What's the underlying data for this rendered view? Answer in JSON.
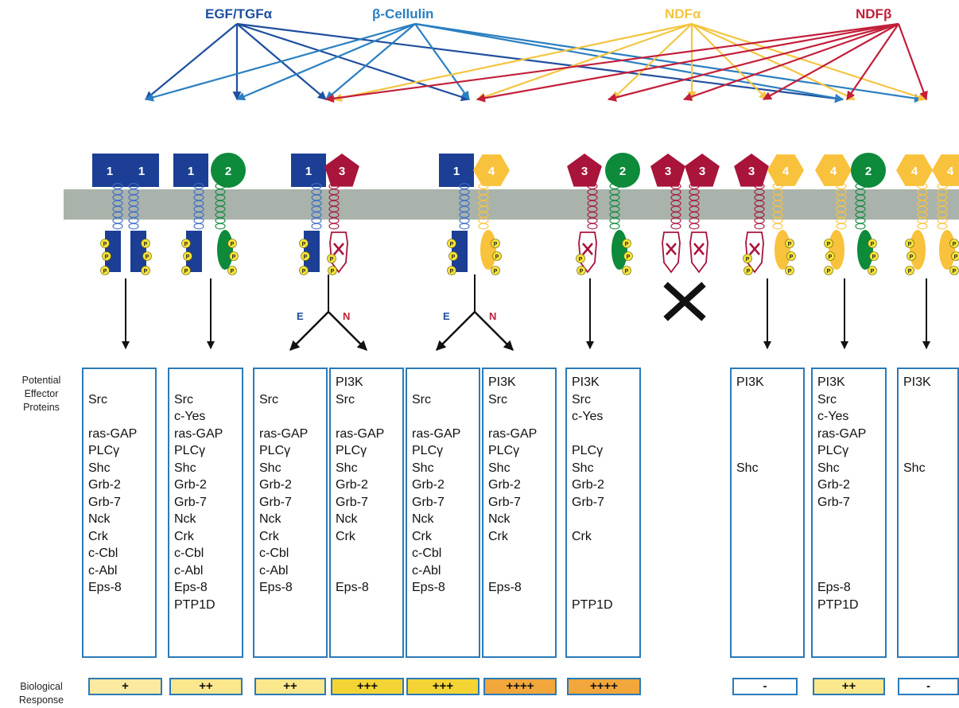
{
  "ligands": [
    {
      "label": "EGF/TGFα",
      "color": "#1f4f9e"
    },
    {
      "label": "β-Cellulin",
      "color": "#2a7fc0"
    },
    {
      "label": "NDFα",
      "color": "#f4c542"
    },
    {
      "label": "NDFβ",
      "color": "#c21f3a"
    }
  ],
  "side_labels": {
    "effectors": "Potential Effector Proteins",
    "response": "Biological Response"
  },
  "receptor_colors": {
    "1": "#1c3f95",
    "2": "#0d8a3a",
    "3": "#a8143a",
    "4": "#f9c23c",
    "membrane": "#a9b3ab"
  },
  "dimers": [
    {
      "left": {
        "type": "1"
      },
      "right": {
        "type": "1"
      }
    },
    {
      "left": {
        "type": "1"
      },
      "right": {
        "type": "2"
      }
    },
    {
      "left": {
        "type": "1"
      },
      "right": {
        "type": "3"
      }
    },
    {
      "left": {
        "type": "1"
      },
      "right": {
        "type": "4"
      }
    },
    {
      "left": {
        "type": "3"
      },
      "right": {
        "type": "2"
      }
    },
    {
      "left": {
        "type": "3"
      },
      "right": {
        "type": "3"
      }
    },
    {
      "left": {
        "type": "3"
      },
      "right": {
        "type": "4"
      }
    },
    {
      "left": {
        "type": "4"
      },
      "right": {
        "type": "2"
      }
    },
    {
      "left": {
        "type": "4"
      },
      "right": {
        "type": "4"
      }
    }
  ],
  "split_labels": {
    "e": "E",
    "n": "N"
  },
  "p_label": "P",
  "effector_columns": [
    [
      "",
      "Src",
      "",
      "ras-GAP",
      "PLCγ",
      "Shc",
      "Grb-2",
      "Grb-7",
      " Nck",
      "Crk",
      "c-Cbl",
      "c-Abl",
      "Eps-8"
    ],
    [
      "",
      "Src",
      "c-Yes",
      "ras-GAP",
      "PLCγ",
      "Shc",
      "Grb-2",
      "Grb-7",
      "Nck",
      "Crk",
      "c-Cbl",
      "c-Abl",
      "Eps-8",
      "PTP1D"
    ],
    [
      "",
      "Src",
      "",
      "ras-GAP",
      "PLCγ",
      "Shc",
      "Grb-2",
      "Grb-7",
      "Nck",
      "Crk",
      "c-Cbl",
      "c-Abl",
      "Eps-8"
    ],
    [
      "PI3K",
      "Src",
      "",
      "ras-GAP",
      "PLCγ",
      "Shc",
      "Grb-2",
      "Grb-7",
      "Nck",
      "Crk",
      "",
      "",
      "Eps-8"
    ],
    [
      "",
      "Src",
      "",
      "ras-GAP",
      "PLCγ",
      "Shc",
      "Grb-2",
      "Grb-7",
      "Nck",
      "Crk",
      "c-Cbl",
      "c-Abl",
      "Eps-8"
    ],
    [
      "PI3K",
      "Src",
      "",
      "ras-GAP",
      "PLCγ",
      "Shc",
      "Grb-2",
      "Grb-7",
      "Nck",
      "Crk",
      "",
      "",
      "Eps-8"
    ],
    [
      "PI3K",
      "Src",
      "c-Yes",
      "",
      "PLCγ",
      "Shc",
      "Grb-2",
      "Grb-7",
      "",
      "Crk",
      "",
      "",
      "",
      "PTP1D"
    ],
    [
      "PI3K",
      "",
      "",
      "",
      "",
      "Shc"
    ],
    [
      "PI3K",
      "Src",
      "c-Yes",
      "ras-GAP",
      "PLCγ",
      "Shc",
      "Grb-2",
      "Grb-7",
      "",
      "",
      "",
      "",
      "Eps-8",
      "PTP1D"
    ],
    [
      "PI3K",
      "",
      "",
      "",
      "",
      "Shc"
    ]
  ],
  "responses": [
    {
      "label": "+",
      "color": "#fbeaa0"
    },
    {
      "label": "++",
      "color": "#fbe78c"
    },
    {
      "label": "++",
      "color": "#fbe78c"
    },
    {
      "label": "+++",
      "color": "#f4d435"
    },
    {
      "label": "+++",
      "color": "#f4d435"
    },
    {
      "label": "++++",
      "color": "#f2a73c"
    },
    {
      "label": "++++",
      "color": "#f2a73c"
    },
    {
      "label": "-",
      "color": "#ffffff"
    },
    {
      "label": "++",
      "color": "#fbe78c"
    },
    {
      "label": "-",
      "color": "#ffffff"
    }
  ]
}
